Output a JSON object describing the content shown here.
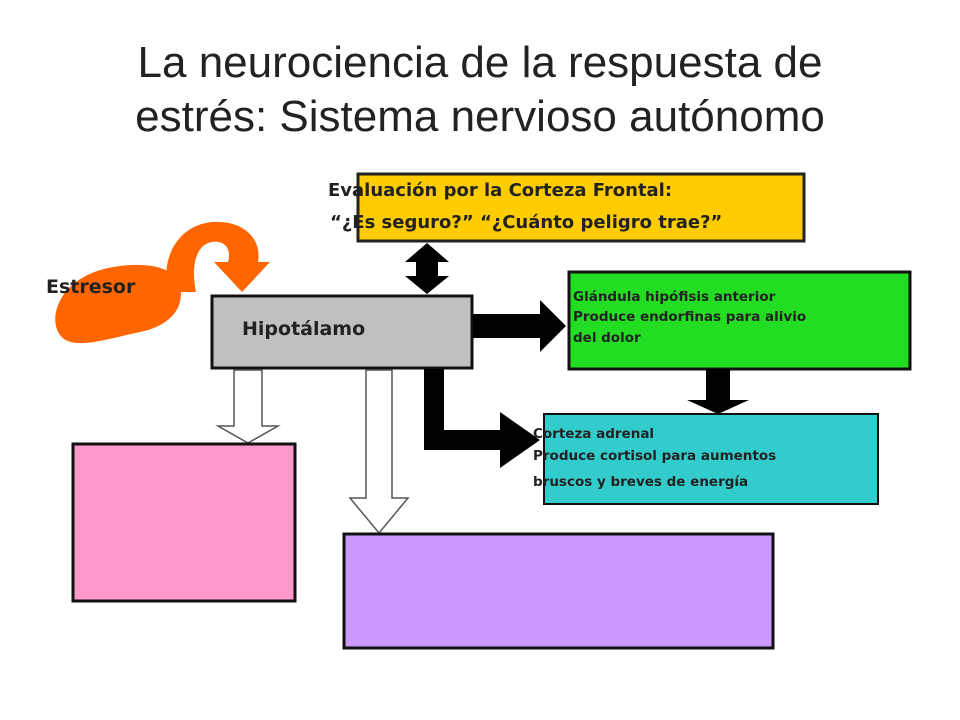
{
  "slide": {
    "title_line1": "La neurociencia de la respuesta de",
    "title_line2": "estrés: Sistema nervioso autónomo"
  },
  "nodes": {
    "stressor": {
      "label": "Estresor",
      "color": "#ff6600"
    },
    "frontal_cortex": {
      "line1": "Evaluación por la Corteza Frontal:",
      "line2": "“¿Es seguro?” “¿Cuánto peligro trae?”",
      "color": "#ffcc00"
    },
    "hypothalamus": {
      "label": "Hipotálamo",
      "color": "#c0c0c0"
    },
    "pituitary": {
      "line1": "Glándula hipófisis anterior",
      "line2": "Produce endorfinas para alivio",
      "line3": "del dolor",
      "color": "#22dd22"
    },
    "adrenal_cortex": {
      "line1": "Corteza adrenal",
      "line2": "Produce cortisol para aumentos",
      "line3": "bruscos y breves de energía",
      "color": "#33cccc"
    },
    "pink_box": {
      "color": "#ff99cc"
    },
    "purple_box": {
      "color": "#cc99ff"
    }
  }
}
